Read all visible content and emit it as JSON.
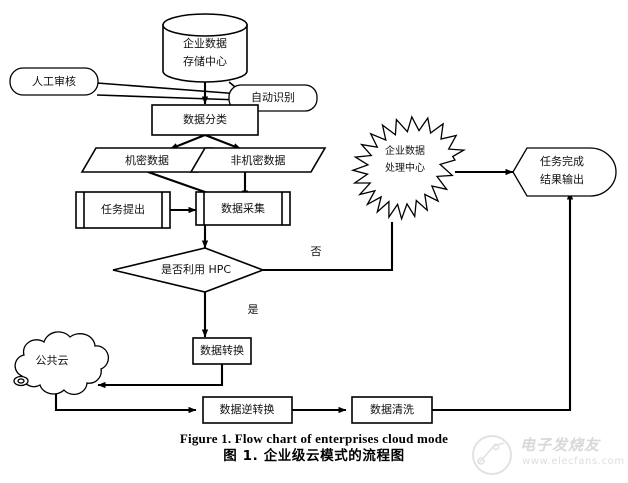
{
  "figure": {
    "caption_en": "Figure 1. Flow chart of enterprises cloud mode",
    "caption_zh": "图 1. 企业级云模式的流程图"
  },
  "nodes": {
    "data_store": {
      "label_line1": "企业数据",
      "label_line2": "存储中心",
      "shape": "cylinder"
    },
    "manual_review": {
      "label": "人工审核",
      "shape": "callout-rounded"
    },
    "auto_recognition": {
      "label": "自动识别",
      "shape": "callout-rounded"
    },
    "data_classify": {
      "label": "数据分类",
      "shape": "rectangle"
    },
    "confidential_data": {
      "label": "机密数据",
      "shape": "parallelogram"
    },
    "non_confidential_data": {
      "label": "非机密数据",
      "shape": "parallelogram"
    },
    "task_submit": {
      "label": "任务提出",
      "shape": "predefined-process"
    },
    "data_collect": {
      "label": "数据采集",
      "shape": "predefined-process"
    },
    "hpc_decision": {
      "label": "是否利用 HPC",
      "shape": "diamond"
    },
    "data_transform": {
      "label": "数据转换",
      "shape": "rectangle"
    },
    "public_cloud": {
      "label": "公共云",
      "shape": "cloud"
    },
    "data_inverse_transform": {
      "label": "数据逆转换",
      "shape": "rectangle"
    },
    "data_cleaning": {
      "label": "数据清洗",
      "shape": "rectangle"
    },
    "processing_center": {
      "label_line1": "企业数据",
      "label_line2": "处理中心",
      "shape": "starburst"
    },
    "result_output": {
      "label_line1": "任务完成",
      "label_line2": "结果输出",
      "shape": "flag-rounded"
    }
  },
  "branch_labels": {
    "no": "否",
    "yes": "是"
  },
  "watermark": {
    "brand": "电子发烧友",
    "url": "www.elecfans.com"
  },
  "colors": {
    "stroke": "#000000",
    "fill": "#ffffff",
    "text": "#111111",
    "watermark": "#7a7f88"
  }
}
